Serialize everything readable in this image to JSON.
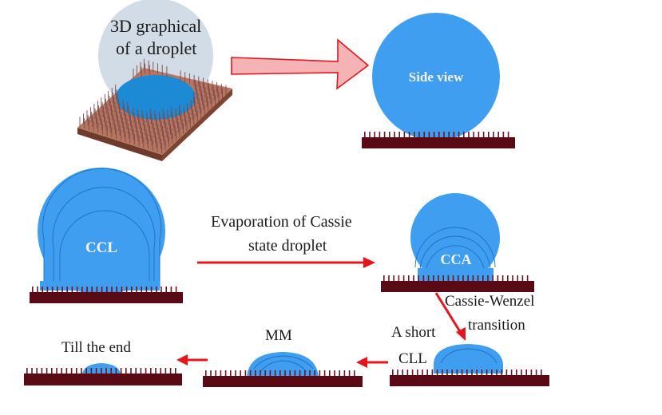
{
  "colors": {
    "droplet": "#3f9ef0",
    "droplet_line": "#1f6fc0",
    "substrate": "#5a0a14",
    "pillar": "#6b1520",
    "arrow_red": "#e8141b",
    "big_arrow_fill": "#f6b3b5",
    "big_arrow_stroke": "#e8141b",
    "text": "#1a1a1a",
    "inner_text": "#f2f2f2",
    "bubble": "#c9d6e3",
    "plate_top": "#b87660",
    "plate_side": "#6e3a2c",
    "footprint": "#1d8ad6"
  },
  "labels": {
    "graphical": "3D graphical",
    "graphical_line2": "of a droplet",
    "side_view": "Side view",
    "ccl": "CCL",
    "evaporation_line1": "Evaporation of Cassie",
    "evaporation_line2": "state droplet",
    "cca": "CCA",
    "cassie_wenzel_line1": "Cassie-Wenzel",
    "cassie_wenzel_line2": "transition",
    "short_cll_line1": "A short",
    "short_cll_line2": "CLL",
    "mm": "MM",
    "till_end": "Till the end"
  },
  "stages": [
    {
      "id": "side-view",
      "label": "Side view"
    },
    {
      "id": "ccl",
      "label": "CCL"
    },
    {
      "id": "cca",
      "label": "CCA"
    },
    {
      "id": "short-cll",
      "label": "A short CLL"
    },
    {
      "id": "mm",
      "label": "MM"
    },
    {
      "id": "till-end",
      "label": "Till the end"
    }
  ]
}
